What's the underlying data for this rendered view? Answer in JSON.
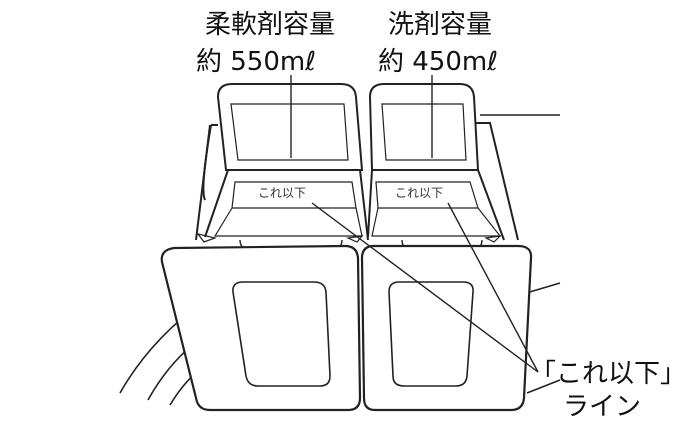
{
  "labels": {
    "softener_line1": "柔軟剤容量",
    "softener_line2": "約 550mℓ",
    "detergent_line1": "洗剤容量",
    "detergent_line2": "約 450mℓ",
    "left_fill_line": "これ以下",
    "right_fill_line": "これ以下",
    "callout_line1": "「これ以下」",
    "callout_line2": "ライン"
  }
}
